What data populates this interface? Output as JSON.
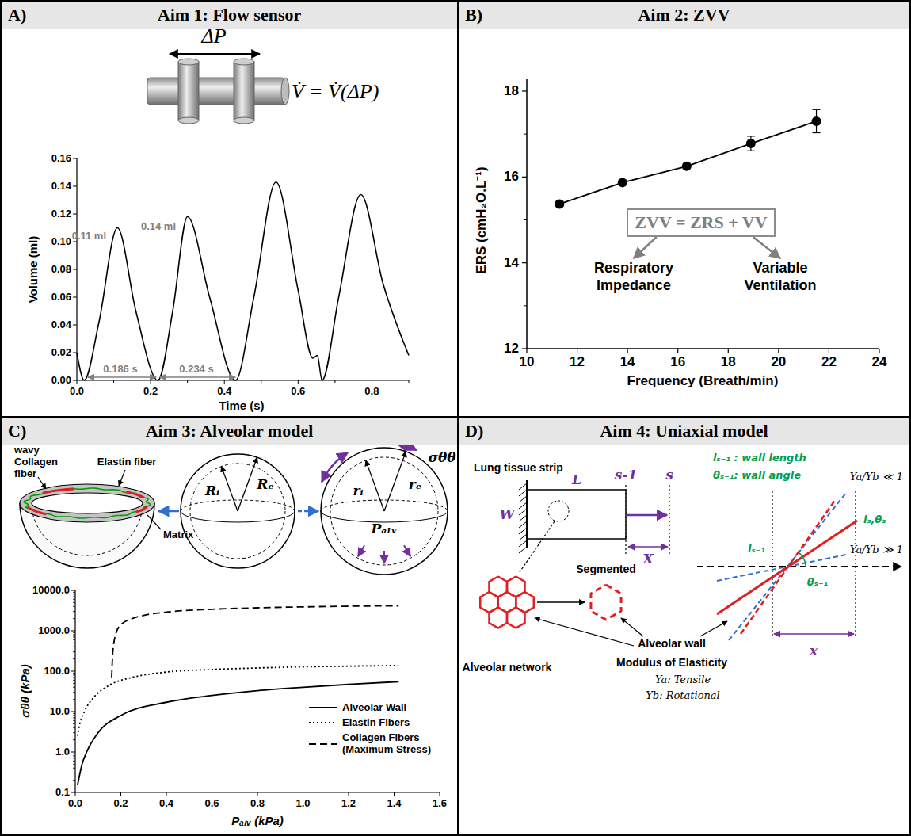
{
  "diagram": {
    "nodes": [
      {
        "text": [
          "A)",
          "Aim 1: Flow sensor"
        ]
      },
      {
        "text": [
          "B)",
          "Aim 2: ZVV"
        ]
      },
      {
        "text": [
          "ZVV = ZRS + VV"
        ],
        "in": 1
      },
      {
        "text": [
          "Respiratory Impedance"
        ],
        "in": 1
      },
      {
        "text": [
          "Variable Ventilation"
        ],
        "in": 1
      },
      {
        "text": [
          "C)",
          "Aim 3: Alveolar model"
        ]
      },
      {
        "text": [
          "D)",
          "Aim 4: Uniaxial model"
        ]
      }
    ],
    "edges": [
      {
        "from": 2,
        "to": 3,
        "arrow": "to"
      },
      {
        "from": 2,
        "to": 4,
        "arrow": "to"
      }
    ],
    "labels": [
      "ΔP",
      "V̇ = V̇(ΔP)",
      "0.16",
      "0.14",
      "0.12",
      "0.10",
      "0.08",
      "0.06",
      "0.04",
      "0.02",
      "0.00",
      "0.0",
      "0.2",
      "0.4",
      "0.6",
      "0.8",
      "Volume (ml)",
      "Time (s)",
      "0.11 ml",
      "0.14 ml",
      "0.186 s",
      "0.234 s",
      "18",
      "16",
      "14",
      "12",
      "10",
      "12",
      "14",
      "16",
      "18",
      "20",
      "22",
      "24",
      "ERS (cmH₂O.L⁻¹)",
      "Frequency (Breath/min)",
      "wavy Collagen fiber",
      "Elastin fiber",
      "Matrix",
      "Rᵢ",
      "Rₑ",
      "rᵢ",
      "rₑ",
      "σθθ",
      "Pₐₗᵥ",
      "10000.0",
      "1000.0",
      "100.0",
      "10.0",
      "1.0",
      "0.1",
      "0.0",
      "0.2",
      "0.4",
      "0.6",
      "0.8",
      "1.0",
      "1.2",
      "1.4",
      "1.6",
      "σθθ (kPa)",
      "Pₐₗᵥ (kPa)",
      "Lung tissue strip",
      "L",
      "W",
      "s-1",
      "s",
      "X",
      "Alveolar network",
      "Segmented",
      "Alveolar wall",
      "Modulus of Elasticity",
      "Ya: Tensile",
      "Yb: Rotational",
      "lₛ₋₁ : wall length",
      "θₛ₋₁: wall angle",
      "lₛ,θₛ",
      "Ya/Yb ≪ 1",
      "Ya/Yb ≫ 1",
      "lₛ₋₁",
      "θₛ₋₁",
      "x"
    ],
    "legend": [
      {
        "text": "Alveolar Wall"
      },
      {
        "text": "Elastin Fibers"
      },
      {
        "text": "Collagen Fibers (Maximum Stress)"
      }
    ]
  }
}
